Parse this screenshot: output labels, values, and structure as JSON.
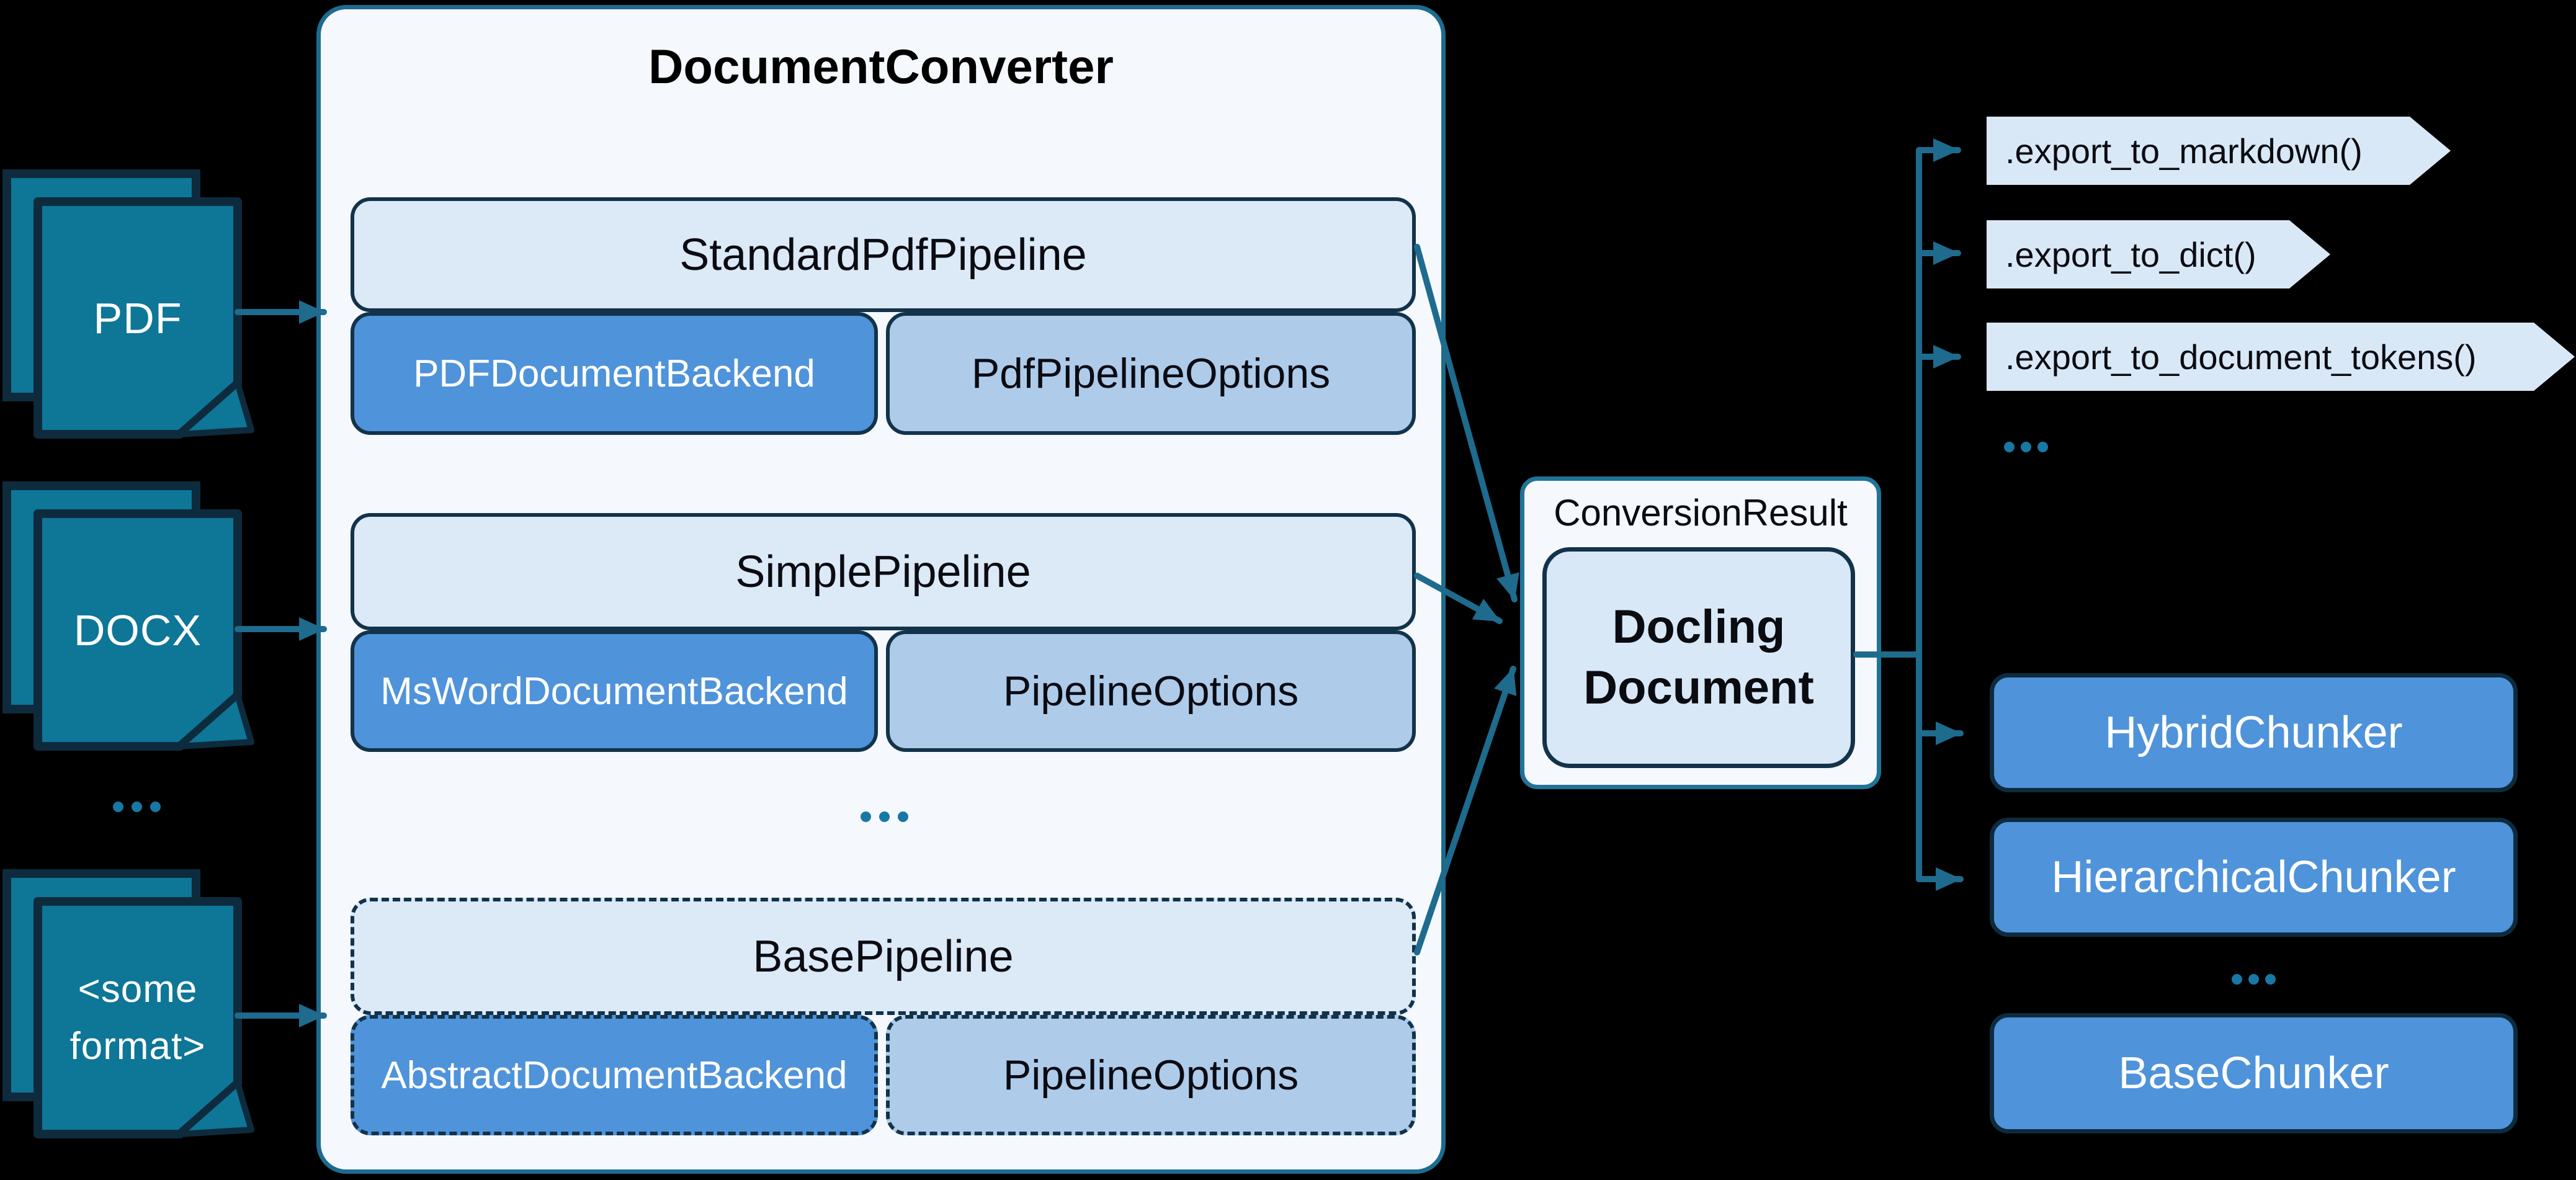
{
  "colors": {
    "background": "#000000",
    "line_teal": "#1e6b8e",
    "dot_teal": "#1878a5",
    "icon_fill": "#0e7697",
    "icon_border": "#0e2b3e",
    "box_border": "#12334a",
    "container_fill": "#f5f8fd",
    "container_border": "#1d6b8e",
    "pipeline_fill": "#dce9f7",
    "backend_fill": "#4f93da",
    "options_fill": "#aecbea",
    "result_border": "#207397",
    "docling_fill": "#d9e8f6",
    "export_fill": "#d9e8f6"
  },
  "inputs": [
    {
      "label": "PDF"
    },
    {
      "label": "DOCX"
    },
    {
      "lines": [
        "<some",
        "format>"
      ]
    }
  ],
  "left_ellipsis": "...",
  "converter": {
    "title": "DocumentConverter",
    "ellipsis": "...",
    "groups": [
      {
        "pipeline": "StandardPdfPipeline",
        "backend": "PDFDocumentBackend",
        "options": "PdfPipelineOptions"
      },
      {
        "pipeline": "SimplePipeline",
        "backend": "MsWordDocumentBackend",
        "options": "PipelineOptions"
      },
      {
        "pipeline": "BasePipeline",
        "backend": "AbstractDocumentBackend",
        "options": "PipelineOptions"
      }
    ]
  },
  "result": {
    "label": "ConversionResult",
    "document_lines": [
      "Docling",
      "Document"
    ]
  },
  "exports": {
    "items": [
      ".export_to_markdown()",
      ".export_to_dict()",
      ".export_to_document_tokens()"
    ],
    "ellipsis": "..."
  },
  "chunkers": {
    "items": [
      "HybridChunker",
      "HierarchicalChunker"
    ],
    "ellipsis": "...",
    "base": "BaseChunker"
  }
}
